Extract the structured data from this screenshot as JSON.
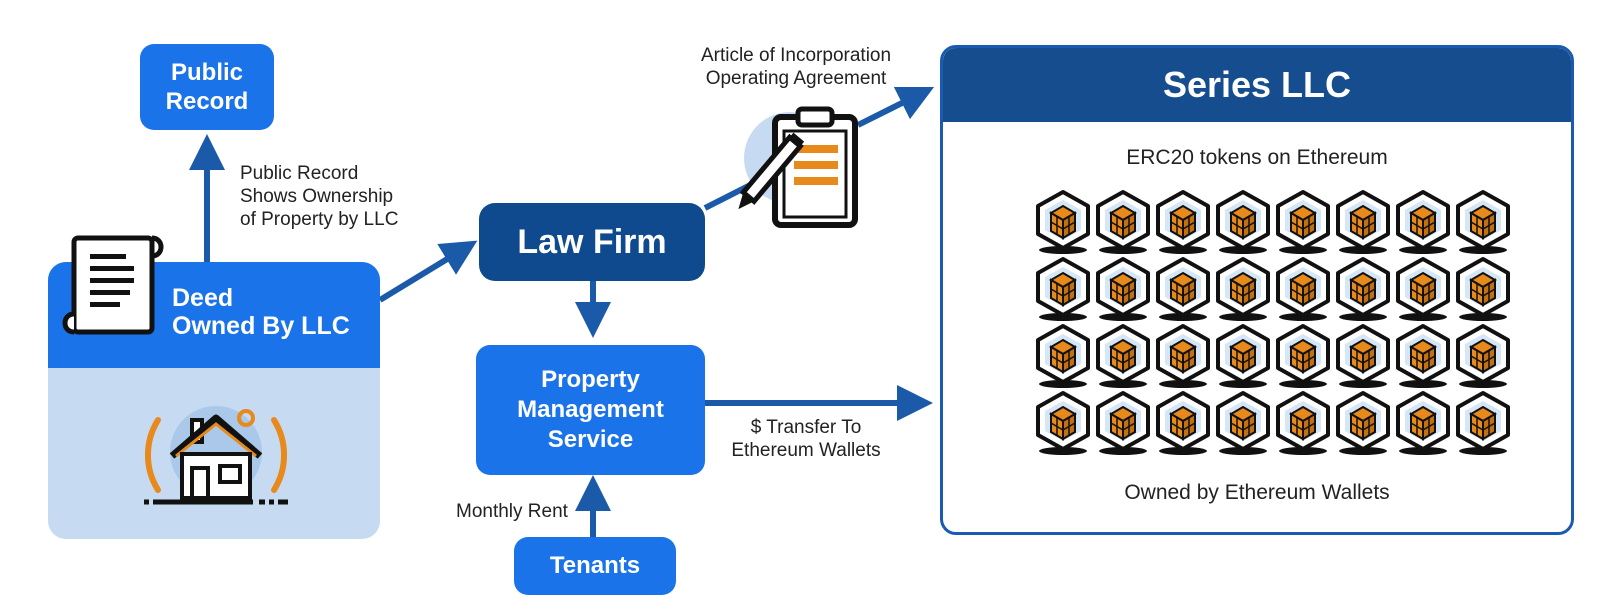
{
  "nodes": {
    "public_record": "Public\nRecord",
    "deed": "Deed\nOwned By LLC",
    "law_firm": "Law Firm",
    "property_management": "Property\nManagement\nService",
    "tenants": "Tenants"
  },
  "edge_labels": {
    "public_record_note": "Public Record\nShows Ownership\nof Property by LLC",
    "incorporation_docs": "Article of Incorporation\nOperating Agreement",
    "transfer": "$ Transfer To\nEthereum Wallets",
    "monthly_rent": "Monthly Rent"
  },
  "series_llc": {
    "title": "Series LLC",
    "tokens_caption": "ERC20 tokens on Ethereum",
    "owners_caption": "Owned by Ethereum Wallets",
    "token_rows": 4,
    "token_cols": 8
  },
  "icons": [
    "deed-scroll-icon",
    "house-icon",
    "clipboard-pen-icon",
    "token-cube-icon"
  ],
  "colors": {
    "primary_blue": "#1a73e8",
    "navy": "#104a8e",
    "arrow": "#1b5aa8",
    "light_blue": "#c6dbf1",
    "accent_orange": "#e8891c"
  }
}
